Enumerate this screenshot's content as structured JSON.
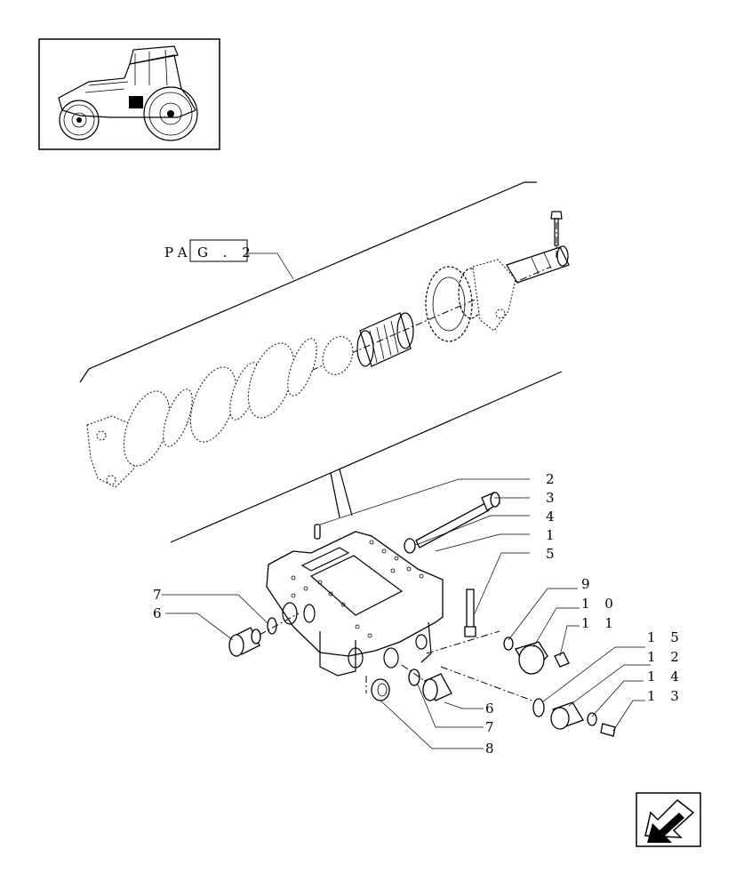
{
  "reference": {
    "pag_prefix": "PA",
    "pag_box": "G . 2"
  },
  "callouts": {
    "c2": "2",
    "c3": "3",
    "c4": "4",
    "c1": "1",
    "c5": "5",
    "c9": "9",
    "c10": "1 0",
    "c11": "1 1",
    "c15": "1 5",
    "c12": "1 2",
    "c14": "1 4",
    "c13": "1 3",
    "c7_left": "7",
    "c6_left": "6",
    "c6_right": "6",
    "c7_right": "7",
    "c8": "8"
  },
  "icons": {
    "thumbnail": "tractor-thumbnail-icon",
    "nav": "previous-page-arrow-icon"
  }
}
